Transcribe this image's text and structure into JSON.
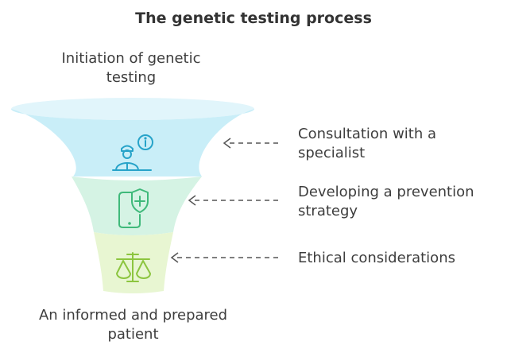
{
  "title": "The genetic testing process",
  "top_label": "Initiation of genetic testing",
  "top_label_lines": [
    "Initiation of genetic",
    "testing"
  ],
  "bottom_label_lines": [
    "An informed and prepared",
    "patient"
  ],
  "stages": [
    {
      "lines": [
        "Consultation with a",
        "specialist"
      ],
      "icon": "doctor-info-icon",
      "fill": "#c9eef8",
      "stroke": "#27a3c9"
    },
    {
      "lines": [
        "Developing a prevention",
        "strategy"
      ],
      "icon": "phone-shield-icon",
      "fill": "#d5f3e4",
      "stroke": "#3fb97a"
    },
    {
      "lines": [
        "Ethical considerations"
      ],
      "icon": "scales-icon",
      "fill": "#e8f6d2",
      "stroke": "#8cc53f"
    }
  ]
}
